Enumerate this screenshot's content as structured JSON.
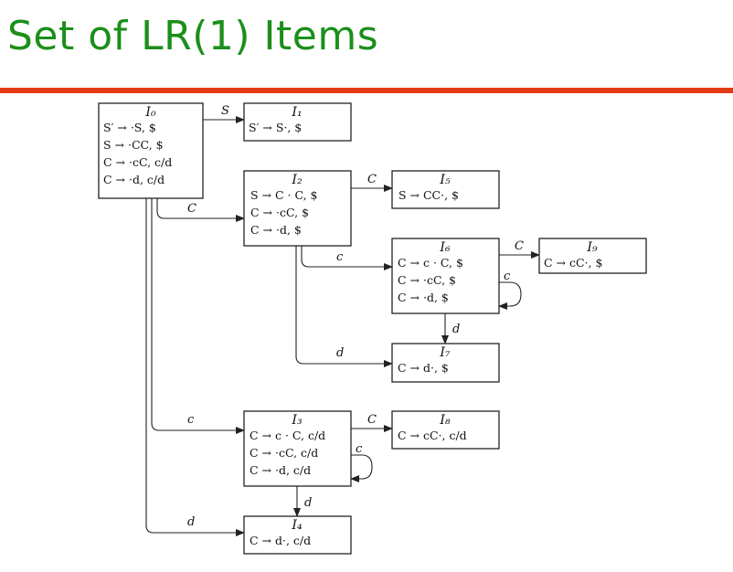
{
  "page": {
    "title": "Set of LR(1) Items"
  },
  "states": [
    {
      "id": "I0",
      "name": "I₀",
      "items": [
        "S′ → ·S, $",
        "S → ·CC, $",
        "C → ·cC, c/d",
        "C → ·d, c/d"
      ]
    },
    {
      "id": "I1",
      "name": "I₁",
      "items": [
        "S′ → S·, $"
      ]
    },
    {
      "id": "I2",
      "name": "I₂",
      "items": [
        "S → C · C, $",
        "C → ·cC, $",
        "C → ·d, $"
      ]
    },
    {
      "id": "I3",
      "name": "I₃",
      "items": [
        "C → c · C, c/d",
        "C → ·cC, c/d",
        "C → ·d, c/d"
      ]
    },
    {
      "id": "I4",
      "name": "I₄",
      "items": [
        "C → d·, c/d"
      ]
    },
    {
      "id": "I5",
      "name": "I₅",
      "items": [
        "S → CC·, $"
      ]
    },
    {
      "id": "I6",
      "name": "I₆",
      "items": [
        "C → c · C, $",
        "C → ·cC, $",
        "C → ·d, $"
      ]
    },
    {
      "id": "I7",
      "name": "I₇",
      "items": [
        "C → d·, $"
      ]
    },
    {
      "id": "I8",
      "name": "I₈",
      "items": [
        "C → cC·, c/d"
      ]
    },
    {
      "id": "I9",
      "name": "I₉",
      "items": [
        "C → cC·, $"
      ]
    }
  ],
  "transitions": [
    {
      "id": "I0-I1",
      "from": "I0",
      "to": "I1",
      "symbol": "S"
    },
    {
      "id": "I0-I2",
      "from": "I0",
      "to": "I2",
      "symbol": "C"
    },
    {
      "id": "I0-I3",
      "from": "I0",
      "to": "I3",
      "symbol": "c"
    },
    {
      "id": "I0-I4",
      "from": "I0",
      "to": "I4",
      "symbol": "d"
    },
    {
      "id": "I2-I5",
      "from": "I2",
      "to": "I5",
      "symbol": "C"
    },
    {
      "id": "I2-I6",
      "from": "I2",
      "to": "I6",
      "symbol": "c"
    },
    {
      "id": "I2-I7",
      "from": "I2",
      "to": "I7",
      "symbol": "d"
    },
    {
      "id": "I6-I9",
      "from": "I6",
      "to": "I9",
      "symbol": "C"
    },
    {
      "id": "I6-I6",
      "from": "I6",
      "to": "I6",
      "symbol": "c"
    },
    {
      "id": "I6-I7",
      "from": "I6",
      "to": "I7",
      "symbol": "d"
    },
    {
      "id": "I3-I8",
      "from": "I3",
      "to": "I8",
      "symbol": "C"
    },
    {
      "id": "I3-I3",
      "from": "I3",
      "to": "I3",
      "symbol": "c"
    },
    {
      "id": "I3-I4",
      "from": "I3",
      "to": "I4",
      "symbol": "d"
    }
  ]
}
